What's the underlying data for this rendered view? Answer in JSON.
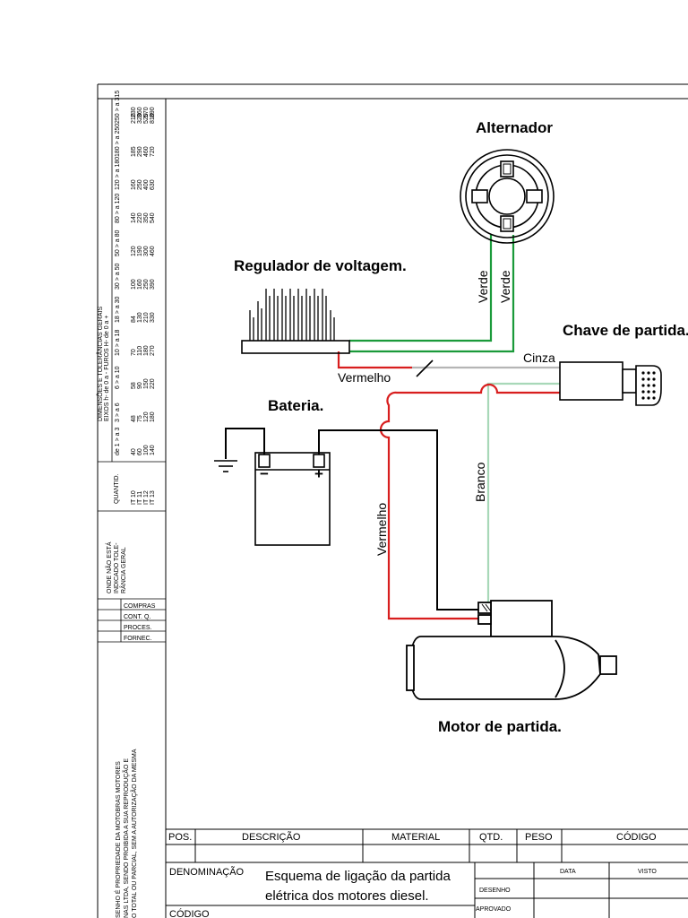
{
  "diagram": {
    "labels": {
      "alternator": "Alternador",
      "regulator": "Regulador de voltagem.",
      "battery": "Bateria.",
      "ignition_switch": "Chave de partida.",
      "starter": "Motor de partida.",
      "wire_green_1": "Verde",
      "wire_green_2": "Verde",
      "wire_gray": "Cinza",
      "wire_red_1": "Vermelho",
      "wire_red_2": "Vermelho",
      "wire_white": "Branco",
      "battery_minus": "−",
      "battery_plus": "+"
    },
    "wire_colors": {
      "green": "#1a9a3a",
      "red": "#d81e1e",
      "gray": "#b5b5b5",
      "white": "#a8d8b8",
      "black": "#000000"
    }
  },
  "sidebar": {
    "tolerance_title": "DIMENSÕES E TOLERÂNCIAS GERAIS",
    "tolerance_sub": "EIXOS h- de 0 a -   FUROS H- de 0 a +",
    "ranges": [
      "de 1 > a 3",
      "3 > a 6",
      "6 > a 10",
      "10 > a 18",
      "18 > a 30",
      "30 > a 50",
      "50 > a 80",
      "80 > a 120",
      "120 > a 180",
      "180 > a 250",
      "250 > a 315"
    ],
    "rows": [
      [
        "40",
        "48",
        "58",
        "70",
        "84",
        "100",
        "120",
        "140",
        "160",
        "185",
        "210",
        "230"
      ],
      [
        "60",
        "75",
        "90",
        "110",
        "130",
        "160",
        "190",
        "220",
        "250",
        "290",
        "320",
        "360"
      ],
      [
        "100",
        "120",
        "150",
        "180",
        "210",
        "250",
        "300",
        "350",
        "400",
        "460",
        "520",
        "570"
      ],
      [
        "140",
        "180",
        "220",
        "270",
        "330",
        "390",
        "460",
        "540",
        "630",
        "720",
        "810",
        "890"
      ]
    ],
    "quantity_label": "QUANTID.",
    "it_grades": [
      "IT 10",
      "IT 11",
      "IT 12",
      "IT 13"
    ],
    "note_lines": [
      "ONDE NÃO ESTÁ",
      "INDICADO TOLE-",
      "RÂNCIA GERAL"
    ],
    "departments": [
      "COMPRAS",
      "CONT. Q.",
      "PROCES.",
      "FORNEC."
    ],
    "copyright_lines": [
      "SENHO É PROPRIEDADE DA MOTOBRAS MOTORES",
      "NAS LTDA, SENDO PROIBIDA A SUA REPRODUÇÃO E",
      "O TOTAL OU PARCIAL, SEM A AUTORIZAÇÃO DA MESMA"
    ]
  },
  "title_block": {
    "headers": {
      "pos": "POS.",
      "descricao": "DESCRIÇÃO",
      "material": "MATERIAL",
      "qtd": "QTD.",
      "peso": "PESO",
      "codigo": "CÓDIGO"
    },
    "denominacao_label": "DENOMINAÇÃO",
    "denominacao_line1": "Esquema de ligação da partida",
    "denominacao_line2": "elétrica dos motores diesel.",
    "data_label": "DATA",
    "visto_label": "VISTO",
    "desenho_label": "DESENHO",
    "aprovado_label": "APROVADO",
    "codigo_label": "CÓDIGO"
  }
}
